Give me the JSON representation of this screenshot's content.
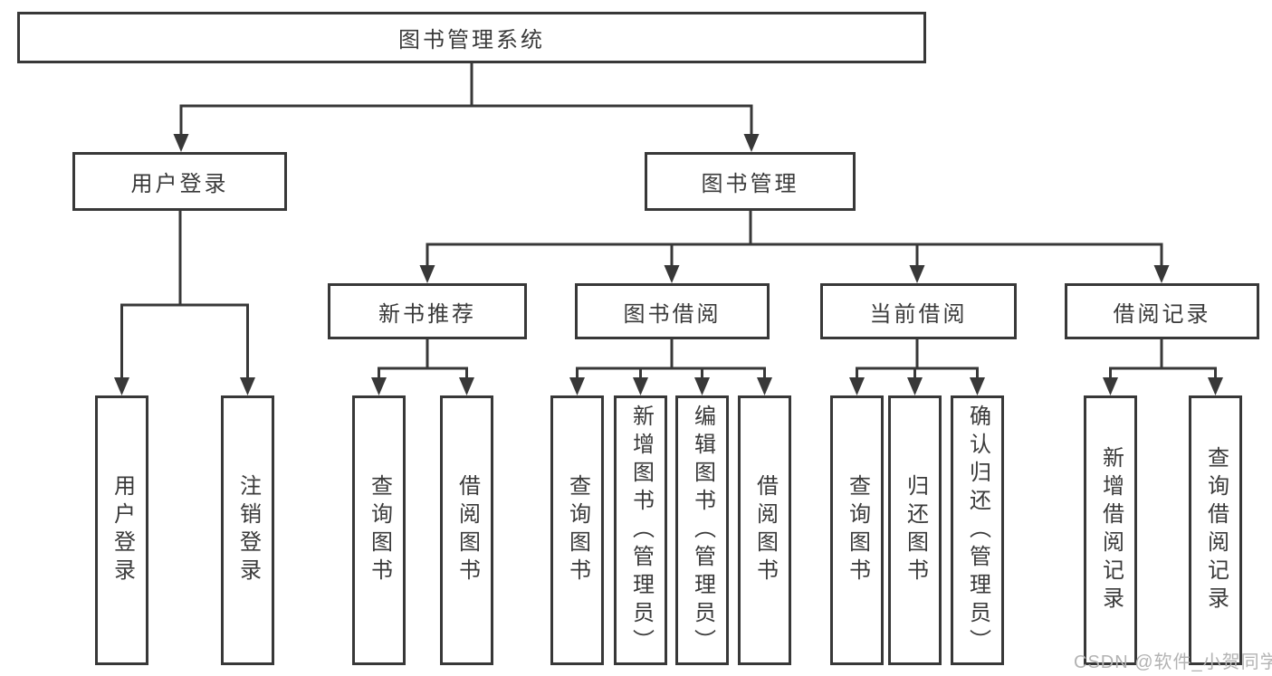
{
  "page": {
    "background": "#ffffff"
  },
  "colors": {
    "line": "#383838",
    "node_border": "#383838",
    "node_text": "#3a3a3a",
    "watermark_text": "#b3b3b3"
  },
  "tree": {
    "root": {
      "label": "图书管理系统"
    },
    "branches": [
      {
        "label": "用户登录",
        "children": [
          {
            "label": "用户登录"
          },
          {
            "label": "注销登录"
          }
        ]
      },
      {
        "label": "图书管理",
        "children": [
          {
            "label": "新书推荐",
            "children": [
              {
                "label": "查询图书"
              },
              {
                "label": "借阅图书"
              }
            ]
          },
          {
            "label": "图书借阅",
            "children": [
              {
                "label": "查询图书"
              },
              {
                "label": "新增图书（管理员）"
              },
              {
                "label": "编辑图书（管理员）"
              },
              {
                "label": "借阅图书"
              }
            ]
          },
          {
            "label": "当前借阅",
            "children": [
              {
                "label": "查询图书"
              },
              {
                "label": "归还图书"
              },
              {
                "label": "确认归还（管理员）"
              }
            ]
          },
          {
            "label": "借阅记录",
            "children": [
              {
                "label": "新增借阅记录"
              },
              {
                "label": "查询借阅记录"
              }
            ]
          }
        ]
      }
    ]
  },
  "watermark": {
    "text": "CSDN @软件_小贺同学"
  }
}
